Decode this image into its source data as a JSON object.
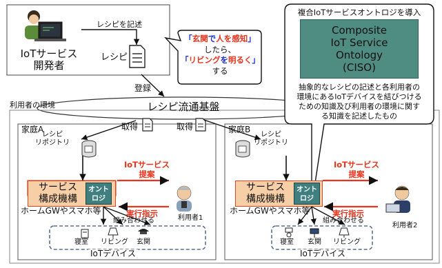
{
  "developer": {
    "label_line1": "IoTサービス",
    "label_line2": "開発者",
    "arrow_label": "レシピを記述",
    "recipe_label": "レシピ"
  },
  "recipe_bubble": {
    "line1_q1": "「",
    "line1_a": "玄関",
    "line1_b": "で",
    "line1_c": "人を感知",
    "line1_q2": "」",
    "line2": "したら、",
    "line3_q1": "「",
    "line3_a": "リビング",
    "line3_b": "を",
    "line3_c": "明るく",
    "line3_q2": "」",
    "line4": "する"
  },
  "register_label": "登録",
  "platform_label": "レシピ流通基盤",
  "user_env_label": "利用者の環境",
  "fetch_label_a": "取得",
  "fetch_label_b": "取得",
  "ciso_callout": {
    "title": "複合IoTサービスオントロジを導入",
    "box_lines": [
      "Composite",
      "IoT Service",
      "Ontology",
      "(CISO)"
    ],
    "desc_lines": [
      "抽象的なレシピの記述と各利用者の",
      "環境にあるIoTデバイスを結びつける",
      "ための知識及び利用者の環境に関す",
      "る知識を記述したもの"
    ]
  },
  "home_a": {
    "title": "家庭A",
    "repo_line1": "レシピ",
    "repo_line2": "リポジトリ",
    "service_line1": "サービス",
    "service_line2": "構成機構",
    "onto_line1": "オント",
    "onto_line2": "ロジ",
    "iot_service_line1": "IoTサービス",
    "iot_service_line2": "提案",
    "exec_label": "実行指示",
    "user_label": "利用者1",
    "gateway_label": "ホームGWやスマホ等",
    "combine_label": "組み合わせる",
    "devices": [
      "寝室",
      "リビング",
      "玄関"
    ],
    "devices_label": "IoTデバイス"
  },
  "home_b": {
    "title": "家庭B",
    "repo_line1": "レシピ",
    "repo_line2": "リポジトリ",
    "service_line1": "サービス",
    "service_line2": "構成機構",
    "onto_line1": "オント",
    "onto_line2": "ロジ",
    "iot_service_line1": "IoTサービス",
    "iot_service_line2": "提案",
    "exec_label": "実行指示",
    "user_label": "利用者2",
    "gateway_label": "ホームGWやスマホ等",
    "combine_label": "組み合わせる",
    "devices": [
      "寝室",
      "玄関",
      "リビング"
    ],
    "devices_label": "IoTデバイス"
  },
  "colors": {
    "accent_red": "#e8331d",
    "bubble_blue": "#1a2fd0",
    "service_fill": "#f7cfa6",
    "service_border": "#e0431f",
    "onto_fill": "#3f7f7f",
    "ciso_fill": "#4f8c82",
    "device_dash": "#5a6f8f"
  }
}
